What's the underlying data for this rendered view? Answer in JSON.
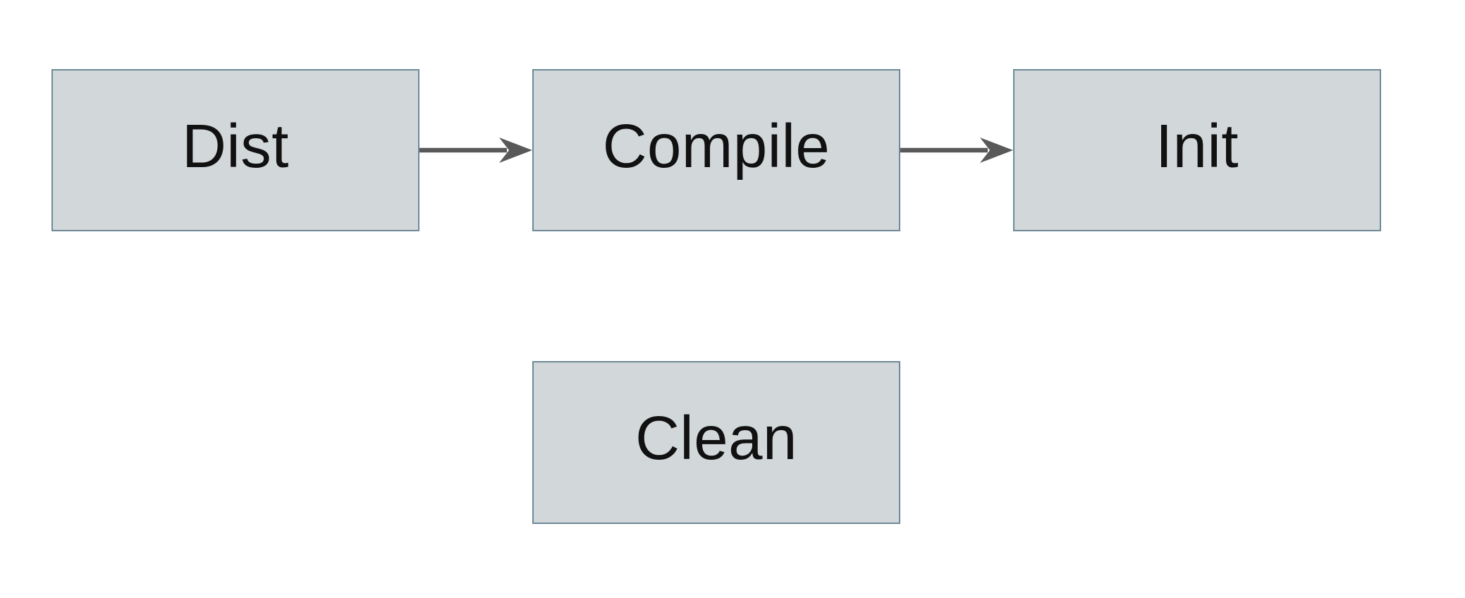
{
  "page": {
    "kind": "flowchart-diagram",
    "background_color": "#ffffff"
  },
  "diagram": {
    "nodes": [
      {
        "id": "dist",
        "label": "Dist"
      },
      {
        "id": "compile",
        "label": "Compile"
      },
      {
        "id": "init",
        "label": "Init"
      },
      {
        "id": "clean",
        "label": "Clean"
      }
    ],
    "edges": [
      {
        "from": "Dist",
        "to": "Compile",
        "style": "arrow-right"
      },
      {
        "from": "Compile",
        "to": "Init",
        "style": "arrow-right"
      }
    ],
    "colors": {
      "node_fill": "#d2d8da",
      "node_border": "#6e8997",
      "arrow": "#595959",
      "label_text": "#111111"
    }
  }
}
